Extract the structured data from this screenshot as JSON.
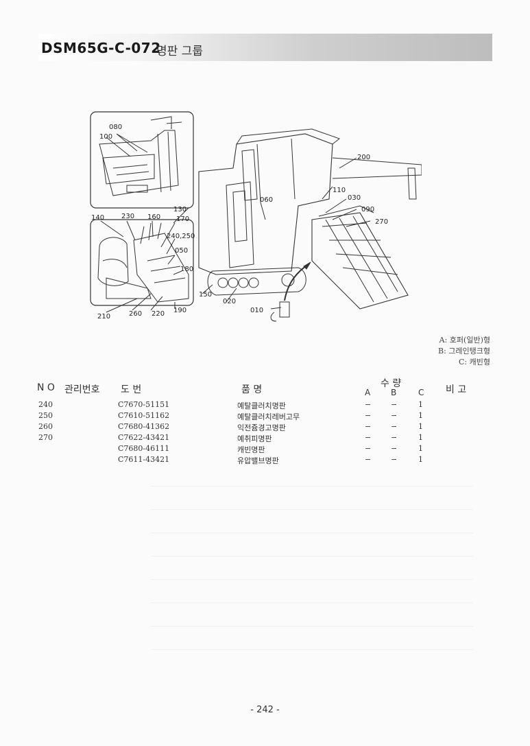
{
  "header": {
    "code": "DSM65G-C-072",
    "title": "명판 그룹"
  },
  "diagram": {
    "callouts": [
      "080",
      "100",
      "130",
      "140",
      "230",
      "160",
      "170",
      "240,250",
      "050",
      "180",
      "150",
      "210",
      "260",
      "220",
      "190",
      "060",
      "110",
      "030",
      "090",
      "270",
      "200",
      "020",
      "010"
    ]
  },
  "legend": {
    "a": "A: 호퍼(일반)형",
    "b": "B: 그레인탱크형",
    "c": "C: 캐빈형"
  },
  "table": {
    "headers": {
      "no": "N O",
      "mgmt": "관리번호",
      "drawing": "도    번",
      "name": "품          명",
      "qty": "수  량",
      "a": "A",
      "b": "B",
      "c": "C",
      "remarks": "비   고"
    },
    "rows": [
      {
        "no": "240",
        "code": "C7670-51151",
        "name": "예탈클러치명판",
        "a": "−",
        "b": "−",
        "c": "1"
      },
      {
        "no": "250",
        "code": "C7610-51162",
        "name": "예탈클러치레버고무",
        "a": "−",
        "b": "−",
        "c": "1"
      },
      {
        "no": "260",
        "code": "C7680-41362",
        "name": "익전쥼경고명판",
        "a": "−",
        "b": "−",
        "c": "1"
      },
      {
        "no": "270",
        "code": "C7622-43421",
        "name": "예취피명판",
        "a": "−",
        "b": "−",
        "c": "1"
      },
      {
        "no": "",
        "code": "C7680-46111",
        "name": "캐빈명판",
        "a": "−",
        "b": "−",
        "c": "1"
      },
      {
        "no": "",
        "code": "C7611-43421",
        "name": "유압밸브명판",
        "a": "−",
        "b": "−",
        "c": "1"
      }
    ]
  },
  "page_number": "- 242 -"
}
